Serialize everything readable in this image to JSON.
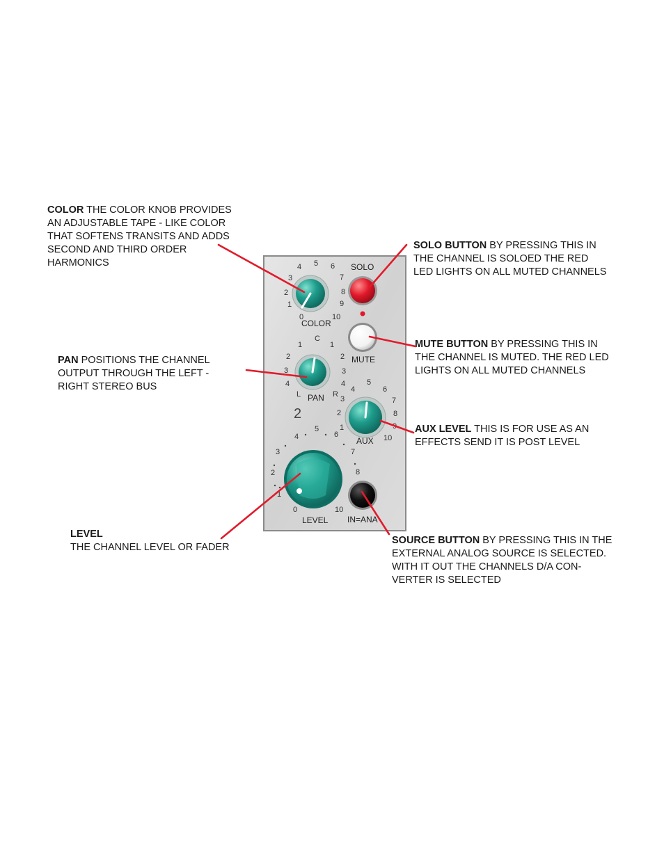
{
  "annotations": {
    "color": {
      "title": "COLOR",
      "text": "  THE COLOR KNOB PROVIDES\nAN ADJUSTABLE  TAPE - LIKE COLOR\nTHAT SOFTENS TRANSITS AND ADDS\nSECOND AND THIRD ORDER\nHARMONICS"
    },
    "pan": {
      "title": "PAN",
      "text": "  POSITIONS THE CHANNEL\nOUTPUT THROUGH THE LEFT -\nRIGHT STEREO BUS"
    },
    "level": {
      "title": "LEVEL",
      "text": "\nTHE CHANNEL LEVEL OR FADER"
    },
    "solo": {
      "title": "SOLO BUTTON",
      "text": "  BY PRESSING THIS IN\nTHE CHANNEL IS SOLOED   THE RED\nLED LIGHTS ON ALL MUTED CHANNELS"
    },
    "mute": {
      "title": "MUTE BUTTON",
      "text": "  BY PRESSING THIS IN\nTHE CHANNEL IS MUTED.  THE RED LED\nLIGHTS ON ALL MUTED CHANNELS"
    },
    "aux": {
      "title": "AUX LEVEL",
      "text": "  THIS IS FOR USE AS AN\nEFFECTS SEND  IT IS POST LEVEL"
    },
    "source": {
      "title": "SOURCE BUTTON",
      "text": "  BY PRESSING THIS IN THE\nEXTERNAL ANALOG SOURCE IS SELECTED.\nWITH IT OUT THE CHANNELS D/A CON-\nVERTER IS SELECTED"
    }
  },
  "panel": {
    "channel_number": "2",
    "color_knob": {
      "label": "COLOR",
      "scale": [
        "0",
        "1",
        "2",
        "3",
        "4",
        "5",
        "6",
        "7",
        "8",
        "9",
        "10"
      ]
    },
    "pan_knob": {
      "label": "PAN",
      "left": "L",
      "right": "R",
      "center": "C",
      "scale_left": [
        "1",
        "2",
        "3",
        "4"
      ],
      "scale_right": [
        "1",
        "2",
        "3",
        "4"
      ]
    },
    "aux_knob": {
      "label": "AUX",
      "scale": [
        "1",
        "2",
        "3",
        "4",
        "5",
        "6",
        "7",
        "8",
        "9",
        "10"
      ]
    },
    "level_knob": {
      "label": "LEVEL",
      "scale": [
        "0",
        "1",
        "2",
        "3",
        "4",
        "5",
        "6",
        "7",
        "8",
        "10"
      ]
    },
    "solo_button": {
      "label": "SOLO",
      "color": "#e0182a"
    },
    "mute_button": {
      "label": "MUTE",
      "color": "#ffffff"
    },
    "source_button": {
      "label": "IN=ANA",
      "color": "#111111"
    },
    "knob_color": "#1e9c8c",
    "panel_color": "#d8d8d8",
    "leader_color": "#e11b2b"
  }
}
